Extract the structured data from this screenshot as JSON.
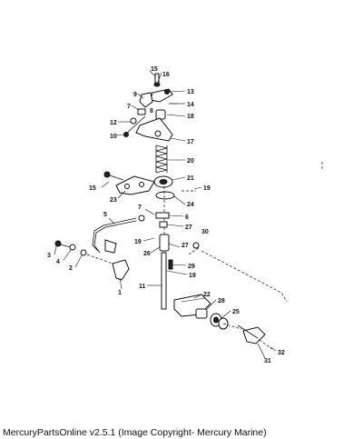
{
  "caption": "MercuryPartsOnline v2.5.1 (Image Copyright- Mercury Marine)",
  "callouts": [
    "1",
    "2",
    "3",
    "4",
    "5",
    "6",
    "7",
    "8",
    "9",
    "10",
    "11",
    "12",
    "13",
    "14",
    "15",
    "16",
    "17",
    "18",
    "19",
    "20",
    "21",
    "22",
    "23",
    "24",
    "25",
    "26",
    "27",
    "28",
    "29",
    "30",
    "31",
    "32"
  ]
}
